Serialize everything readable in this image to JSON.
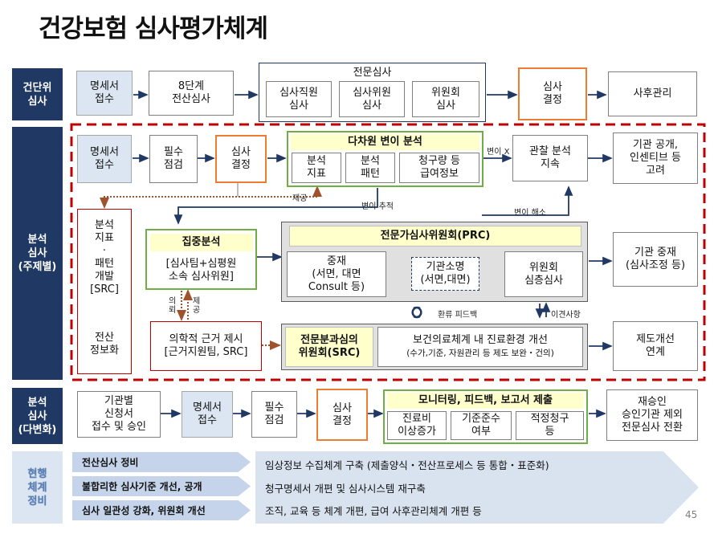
{
  "title": "건강보험 심사평가체계",
  "page_number": "45",
  "rows": {
    "row1": "건단위\n심사",
    "row2": "분석\n심사\n(주제별)",
    "row3": "분석\n심사\n(다변화)",
    "row4": "현행\n체계\n정비"
  },
  "r1": {
    "receipt": "명세서\n접수",
    "stage8": "8단계\n전산심사",
    "expert_title": "전문심사",
    "staff": "심사직원\n심사",
    "member": "심사위원\n심사",
    "committee": "위원회\n심사",
    "decision": "심사\n결정",
    "post": "사후관리"
  },
  "r2": {
    "receipt": "명세서\n접수",
    "check": "필수\n점검",
    "decision": "심사\n결정",
    "multi_title": "다차원 변이 분석",
    "idx": "분석\n지표",
    "pattern": "분석\n패턴",
    "claim": "청구량 등\n급여정보",
    "observe": "관찰 분석\n지속",
    "disclose": "기관 공개,\n인센티브 등\n고려",
    "src": "분석\n지표\n·\n패턴\n개발\n[SRC]",
    "src2": "전산\n정보화",
    "focus_title": "집중분석",
    "focus_body": "[심사팀+심평원\n소속 심사위원]",
    "prc_title": "전문가심사위원회(PRC)",
    "mediate": "중재\n(서면, 대면\nConsult 등)",
    "summon": "기관소명\n(서면,대면)",
    "deep": "위원회\n심층심사",
    "mediate_out": "기관 중재\n(심사조정 등)",
    "evidence": "의학적 근거 제시\n[근거지원팀, SRC]",
    "src_comm": "전문분과심의\n위원회(SRC)",
    "env_title": "보건의료체계 내 진료환경 개선",
    "env_sub": "(수가,기준, 자원관리 등 제도 보완・건의)",
    "improve": "제도개선\n연계",
    "lab_var_x": "변이 X",
    "lab_provide": "제공",
    "lab_track": "변이 추적",
    "lab_resolve": "변이 해소",
    "lab_ask": "의\n뢰",
    "lab_give": "제\n공",
    "lab_feedback": "환류 피드백",
    "lab_transfer": "이견사항"
  },
  "r3": {
    "inst": "기관별\n신청서\n접수 및 승인",
    "receipt": "명세서\n접수",
    "check": "필수\n점검",
    "decision": "심사\n결정",
    "mon_title": "모니터링, 피드백, 보고서 제출",
    "cost": "진료비\n이상증가",
    "comply": "기준준수\n여부",
    "proper": "적정청구\n등",
    "reapprove": "재승인\n승인기관 제외\n전문심사 전환"
  },
  "r4": {
    "left": [
      "전산심사 정비",
      "불합리한 심사기준 개선, 공개",
      "심사 일관성 강화, 위원회 개선"
    ],
    "right": [
      "임상정보 수집체계 구축 (제출양식・전산프로세스 등 통합・표준화)",
      "청구명세서 개편 및 심사시스템 재구축",
      "조직, 교육 등 체계 개편, 급여 사후관리체계 개편 등"
    ]
  },
  "colors": {
    "navy": "#1f3864",
    "orange": "#ed7d31",
    "green": "#70ad47",
    "red": "#c00000",
    "yellow": "#ffffcc",
    "light_blue": "#dce6f2"
  }
}
